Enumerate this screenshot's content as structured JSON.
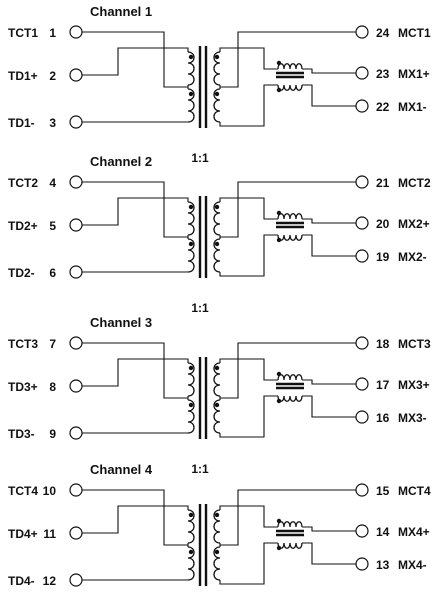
{
  "channels": [
    {
      "title": "Channel 1",
      "ratio": "1:1",
      "left": [
        {
          "name": "TCT1",
          "num": "1"
        },
        {
          "name": "TD1+",
          "num": "2"
        },
        {
          "name": "TD1-",
          "num": "3"
        }
      ],
      "right": [
        {
          "num": "24",
          "name": "MCT1"
        },
        {
          "num": "23",
          "name": "MX1+"
        },
        {
          "num": "22",
          "name": "MX1-"
        }
      ]
    },
    {
      "title": "Channel 2",
      "ratio": "1:1",
      "left": [
        {
          "name": "TCT2",
          "num": "4"
        },
        {
          "name": "TD2+",
          "num": "5"
        },
        {
          "name": "TD2-",
          "num": "6"
        }
      ],
      "right": [
        {
          "num": "21",
          "name": "MCT2"
        },
        {
          "num": "20",
          "name": "MX2+"
        },
        {
          "num": "19",
          "name": "MX2-"
        }
      ]
    },
    {
      "title": "Channel 3",
      "ratio": "1:1",
      "left": [
        {
          "name": "TCT3",
          "num": "7"
        },
        {
          "name": "TD3+",
          "num": "8"
        },
        {
          "name": "TD3-",
          "num": "9"
        }
      ],
      "right": [
        {
          "num": "18",
          "name": "MCT3"
        },
        {
          "num": "17",
          "name": "MX3+"
        },
        {
          "num": "16",
          "name": "MX3-"
        }
      ]
    },
    {
      "title": "Channel 4",
      "ratio": "1:1",
      "left": [
        {
          "name": "TCT4",
          "num": "10"
        },
        {
          "name": "TD4+",
          "num": "11"
        },
        {
          "name": "TD4-",
          "num": "12"
        }
      ],
      "right": [
        {
          "num": "15",
          "name": "MCT4"
        },
        {
          "num": "14",
          "name": "MX4+"
        },
        {
          "num": "13",
          "name": "MX4-"
        }
      ]
    }
  ]
}
